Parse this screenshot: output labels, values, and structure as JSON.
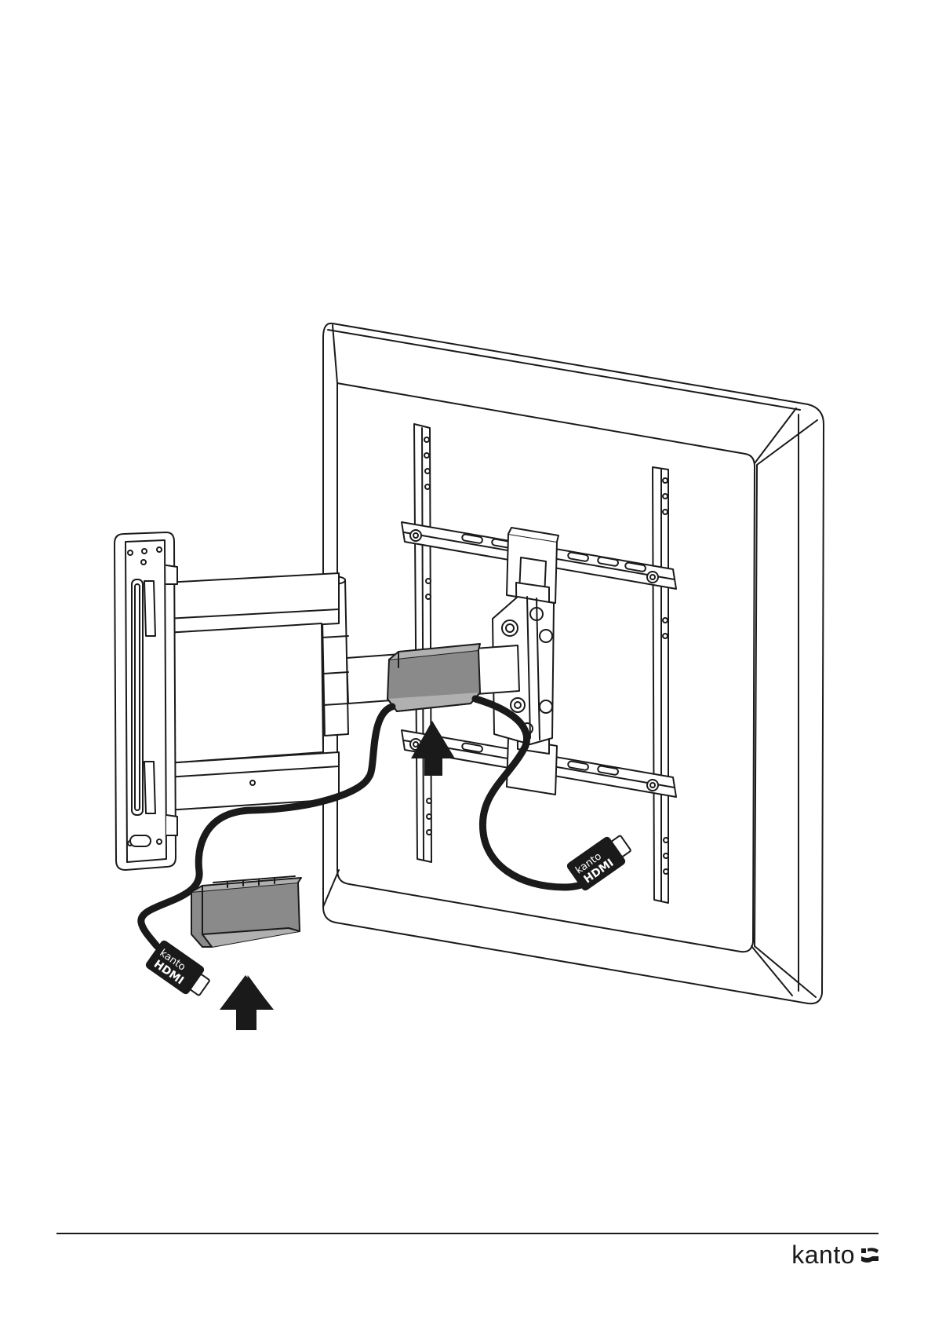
{
  "brand": {
    "name": "kanto",
    "logo_icon": "kanto-logo-mark-icon"
  },
  "illustration": {
    "plug_label_top": "kanto",
    "plug_label_bottom": "HDMI",
    "arrow_icon": "up-arrow-icon",
    "colors": {
      "line": "#1a1a1a",
      "cover_fill": "#8a8a8a",
      "cover_light": "#b0b0b0",
      "background": "#ffffff"
    }
  }
}
